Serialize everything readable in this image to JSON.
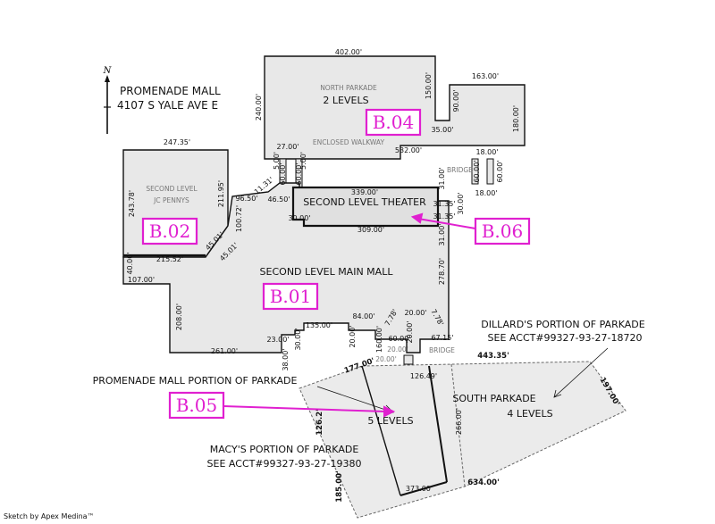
{
  "title": {
    "line1": "PROMENADE MALL",
    "line2": "4107 S YALE AVE E",
    "north": "N"
  },
  "areas": {
    "north_parkade": "NORTH PARKADE",
    "north_levels": "2 LEVELS",
    "enclosed_walkway": "ENCLOSED WALKWAY",
    "jc_pennys_1": "SECOND LEVEL",
    "jc_pennys_2": "JC PENNYS",
    "theater": "SECOND LEVEL THEATER",
    "main_mall": "SECOND LEVEL MAIN MALL",
    "south_parkade": "SOUTH PARKADE",
    "south_levels": "4 LEVELS",
    "promenade_levels": "5 LEVELS",
    "bridge_top": "BRIDGE",
    "bridge_bottom": "BRIDGE"
  },
  "callouts": {
    "promenade_portion": "PROMENADE MALL PORTION OF PARKADE",
    "dillards_1": "DILLARD'S PORTION OF PARKADE",
    "dillards_2": "SEE ACCT#99327-93-27-18720",
    "macys_1": "MACY'S PORTION OF PARKADE",
    "macys_2": "SEE ACCT#99327-93-27-19380"
  },
  "tags": {
    "b04": "B.04",
    "b02": "B.02",
    "b06": "B.06",
    "b01": "B.01",
    "b05": "B.05"
  },
  "dims": {
    "d402": "402.00'",
    "d240": "240.00'",
    "d150": "150.00'",
    "d163": "163.00'",
    "d90": "90.00'",
    "d35": "35.00'",
    "d180": "180.00'",
    "d532": "532.00'",
    "d27": "27.00'",
    "d18a": "18.00'",
    "d18b": "18.00'",
    "d60a": "60.00'",
    "d60b": "60.00'",
    "d60c": "60.00'",
    "d60d": "60.00'",
    "d5a": "5.00'",
    "d5b": "5.00'",
    "d1131": "11.31'",
    "d4650": "46.50'",
    "d9650": "96.50'",
    "d24735": "247.35'",
    "d24378": "243.78'",
    "d21195": "211.95'",
    "d10072": "100.72'",
    "d4501a": "45.01'",
    "d4501b": "45.01'",
    "d21552": "215.52'",
    "d40": "40.00'",
    "d107": "107.00'",
    "d339": "339.00'",
    "d31a": "31.00'",
    "d3135a": "31.35'",
    "d3135b": "31.35'",
    "d30a": "30.00'",
    "d30b": "30.00'",
    "d309": "309.00'",
    "d31b": "31.00'",
    "d27870": "278.70'",
    "d208": "208.00'",
    "d261": "261.00'",
    "d23": "23.00'",
    "d30c": "30.00'",
    "d135": "135.00'",
    "d84": "84.00'",
    "d20a": "20.00'",
    "d160": "160.00'",
    "d778a": "7.78'",
    "d778b": "7.78'",
    "d20b": "20.00'",
    "d20c": "20.00'",
    "d60e": "60.00'",
    "d20d": "20.00'",
    "d6715": "67.15'",
    "d20e": "20.00'",
    "d38": "38.00'",
    "d177": "177.00'",
    "d12649": "126.49'",
    "d44335": "443.35'",
    "d197": "197.00'",
    "d1262": "126.2'",
    "d266": "266.00'",
    "d185": "185.00'",
    "d373": "373.00'",
    "d634": "634.00'"
  },
  "footer": "Sketch by Apex Medina™",
  "colors": {
    "fill": "#e8e8e8",
    "outline": "#111111",
    "magenta": "#e020d0"
  }
}
